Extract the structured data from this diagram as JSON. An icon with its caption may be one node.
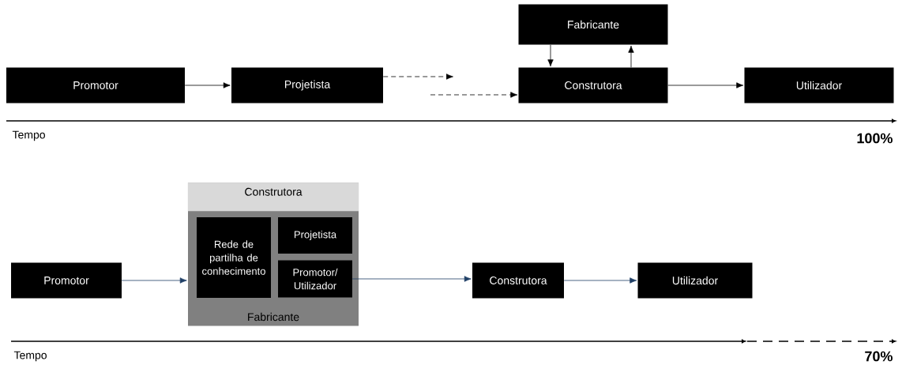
{
  "diagram": {
    "nodes": [
      {
        "text": [
          "Promotor"
        ]
      },
      {
        "text": [
          "Projetista"
        ]
      },
      {
        "text": [
          "Fabricante"
        ]
      },
      {
        "text": [
          "Construtora"
        ]
      },
      {
        "text": [
          "Utilizador"
        ]
      },
      {
        "text": [
          "Promotor"
        ]
      },
      {
        "text": [
          "Construtora",
          "Fabricante"
        ]
      },
      {
        "text": [
          "Rede de partilha de conhecimento"
        ],
        "in": 6
      },
      {
        "text": [
          "Projetista"
        ],
        "in": 6
      },
      {
        "text": [
          "Promotor/ Utilizador"
        ],
        "in": 6
      },
      {
        "text": [
          "Construtora"
        ]
      },
      {
        "text": [
          "Utilizador"
        ]
      }
    ],
    "edges": [
      {
        "from": 0,
        "to": 1,
        "arrow": "to"
      },
      {
        "from": 1,
        "to": null,
        "arrow": "to",
        "style": "dashed"
      },
      {
        "from": null,
        "to": 3,
        "arrow": "to",
        "style": "dashed"
      },
      {
        "from": 2,
        "to": 3,
        "arrow": "to"
      },
      {
        "from": 3,
        "to": 2,
        "arrow": "to"
      },
      {
        "from": 3,
        "to": 4,
        "arrow": "to"
      },
      {
        "from": 5,
        "to": 6,
        "arrow": "to",
        "color": "#1f3f66"
      },
      {
        "from": 9,
        "to": 10,
        "arrow": "to",
        "color": "#1f3f66"
      },
      {
        "from": 10,
        "to": 11,
        "arrow": "to",
        "color": "#1f3f66"
      }
    ],
    "labels": [
      "Tempo",
      "100%",
      "Tempo",
      "70%"
    ]
  }
}
